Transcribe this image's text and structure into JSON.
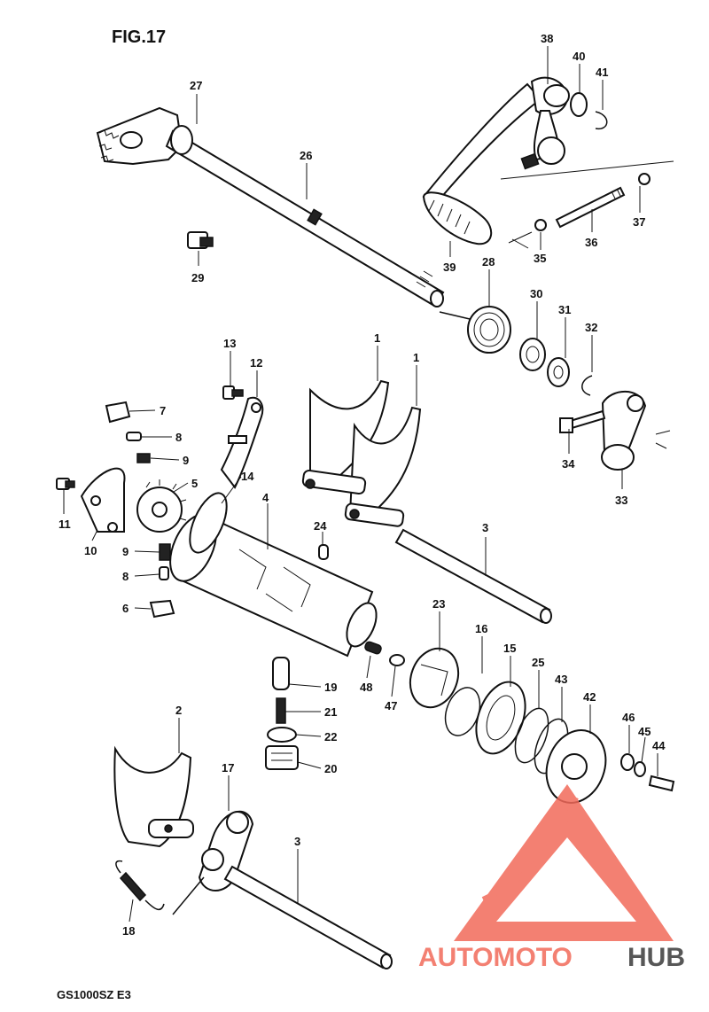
{
  "figure": {
    "title": "FIG.17",
    "model_code": "GS1000SZ E3"
  },
  "callouts": [
    "27",
    "26",
    "29",
    "38",
    "40",
    "41",
    "37",
    "36",
    "35",
    "39",
    "28",
    "30",
    "31",
    "32",
    "1",
    "1",
    "13",
    "12",
    "7",
    "8",
    "9",
    "5",
    "11",
    "10",
    "14",
    "4",
    "24",
    "3",
    "34",
    "33",
    "9",
    "8",
    "6",
    "23",
    "16",
    "15",
    "25",
    "43",
    "42",
    "46",
    "45",
    "44",
    "48",
    "47",
    "19",
    "21",
    "22",
    "20",
    "2",
    "17",
    "3",
    "18"
  ],
  "watermark": {
    "part1": "AUTOMOTO",
    "part2": "HUB",
    "color_main": "#f26a5a",
    "color_dark": "#3a3a3a"
  }
}
